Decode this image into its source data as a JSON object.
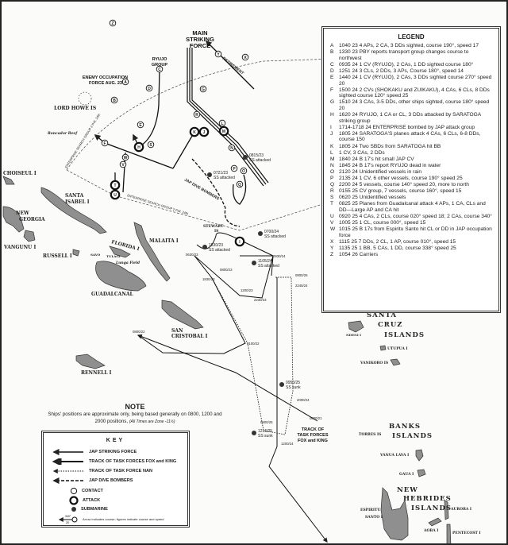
{
  "map": {
    "main_force": [
      "MAIN",
      "STRIKING",
      "FORCE"
    ],
    "ryujo_group": [
      "RYUJO",
      "GROUP"
    ],
    "occupation_force": [
      "ENEMY OCCUPATION",
      "FORCE AUG. 23"
    ],
    "retirement": "RETIREMENT",
    "dive_bombers": "JAP DIVE BOMBERS",
    "search_group_1": "ENTERPRISE SEARCH GROUP 2 P.M. 24th",
    "search_group_2": "ENTERPRISE SEARCH GROUP 2 P.M. 24th",
    "track_fox_king": [
      "TRACK OF",
      "TASK FORCES",
      "FOX and KING"
    ],
    "places": {
      "lord_howe": "LORD HOWE IS",
      "roncador": "Roncador Reef",
      "choiseul": "CHOISEUL I",
      "santa_isabel": [
        "SANTA",
        "ISABEL I"
      ],
      "new_georgia": [
        "NEW",
        "GEORGIA"
      ],
      "vangunu": "VANGUNU I",
      "russell": "RUSSELL I",
      "florida": "FLORIDA I",
      "savo": "SAVO",
      "tulagi": "TULAGI",
      "lunga": "Lunga Field",
      "guadalcanal": "GUADALCANAL",
      "malaita": "MALAITA I",
      "san_cristobal": [
        "SAN",
        "CRISTOBAL I"
      ],
      "rennell": "RENNELL I",
      "stewart": [
        "STEWART",
        "IS"
      ],
      "santa_cruz": [
        "SANTA",
        "CRUZ",
        "ISLANDS"
      ],
      "ndeni": "NDENI I",
      "utupua": "UTUPUA I",
      "vanikoro": "VANIKORO IS",
      "banks": [
        "BANKS",
        "ISLANDS"
      ],
      "torres": "TORRES IS",
      "vanua_lava": "VANUA LAVA I",
      "gaua": "GAUA I",
      "new_hebrides": [
        "NEW",
        "HEBRIDES",
        "ISLANDS"
      ],
      "espiritu_santo": [
        "ESPIRITU",
        "SANTO I"
      ],
      "aurora": "AURORA I",
      "aoba": "AOBA I",
      "pentecost": "PENTECOST I"
    },
    "submarines": [
      {
        "time": "0815/23",
        "status": "SS attacked"
      },
      {
        "time": "0721/23",
        "status": "SS attacked"
      },
      {
        "time": "0700/24",
        "status": "SS attacked"
      },
      {
        "time": "1530/23",
        "status": "SS attacked"
      },
      {
        "time": "1105/24",
        "status": "SS attacked"
      },
      {
        "time": "0950/25",
        "status": "SS sunk"
      },
      {
        "time": "1216/25",
        "status": "SS sunk"
      }
    ],
    "times": [
      "0630/23",
      "0800/23",
      "1830/23",
      "1200/23",
      "2230/23",
      "0930/24",
      "0800/25",
      "2245/24",
      "2100/22",
      "0800/22",
      "0800/21",
      "2000/24",
      "0800/25",
      "1200/24"
    ],
    "markers": [
      "A",
      "B",
      "C",
      "D",
      "E",
      "F",
      "G",
      "H",
      "I",
      "J",
      "K",
      "L",
      "M",
      "N",
      "O",
      "P",
      "Q",
      "R",
      "S",
      "T",
      "U",
      "V",
      "W",
      "X",
      "Y",
      "Z"
    ]
  },
  "legend": {
    "title": "LEGEND",
    "entries": [
      {
        "letter": "A",
        "text": "1040 23  4 APs, 2 CA, 3 DDs sighted, course 190°, speed 17"
      },
      {
        "letter": "B",
        "text": "1330 23  PBY reports transport group changes course to northwest"
      },
      {
        "letter": "C",
        "text": "0935 24  1 CV (RYUJO), 2 CAs, 1 DD sighted course 180°"
      },
      {
        "letter": "D",
        "text": "1251 24  3 CLs, 2 DDs, 3 APs, Course 180°, speed 14"
      },
      {
        "letter": "E",
        "text": "1440 24  1 CV (RYUJO), 2 CAs, 3 DDs sighted course 270° speed 20"
      },
      {
        "letter": "F",
        "text": "1500 24  2 CVs (SHOKAKU and ZUIKAKU), 4 CAs, 6 CLs, 8 DDs sighted course 120° speed 25"
      },
      {
        "letter": "G",
        "text": "1510 24  3 CAs, 3-5 DDs, other ships sighted, course 180° speed 20"
      },
      {
        "letter": "H",
        "text": "1620 24  RYUJO, 1 CA or CL, 3 DDs attacked by SARATOGA striking group"
      },
      {
        "letter": "I",
        "text": "1714-1718 24  ENTERPRISE bombed by JAP attack group"
      },
      {
        "letter": "J",
        "text": "1805 24  SARATOGA'S planes attack 4 CAs, 6 CLs, 6-8 DDs, course 150"
      },
      {
        "letter": "K",
        "text": "1805 24  Two SBDs from SARATOGA hit BB"
      },
      {
        "letter": "L",
        "text": "1 CV, 3 CAs, 2 DDs"
      },
      {
        "letter": "M",
        "text": "1840 24  B 17's hit small JAP CV"
      },
      {
        "letter": "N",
        "text": "1845 24  B 17's report RYUJO dead in water"
      },
      {
        "letter": "O",
        "text": "2120 24  Unidentified vessels in rain"
      },
      {
        "letter": "P",
        "text": "2135 24  1 CV, 6 other vessels, course 190° speed 25"
      },
      {
        "letter": "Q",
        "text": "2200 24  5 vessels, course 140° speed 20, more to north"
      },
      {
        "letter": "R",
        "text": "0155 25  CV group, 7 vessels, course 160°, speed 15"
      },
      {
        "letter": "S",
        "text": "0620 25  Unidentified vessels"
      },
      {
        "letter": "T",
        "text": "0825 25  Planes from Guadalcanal attack 4 APs, 1 CA, CLs and DD—Large AP and CA hit"
      },
      {
        "letter": "U",
        "text": "0920 25  4 CAs, 2 CLs, course 020° speed 18; 2 CAs, course 340°"
      },
      {
        "letter": "V",
        "text": "1005 25  1 CL, course 000°, speed 15"
      },
      {
        "letter": "W",
        "text": "1015 25  B 17s from Espiritu Santo hit CL or DD in JAP occupation force"
      },
      {
        "letter": "X",
        "text": "1115 25  7 DDs, 2 CL, 1 AP, course 010°, speed 15"
      },
      {
        "letter": "Y",
        "text": "1135 25  1 BB, 5 CAs, 1 DD, course 338° speed 25"
      },
      {
        "letter": "Z",
        "text": "1054 26  Carriers"
      }
    ]
  },
  "note": {
    "title": "NOTE",
    "text": "Ships' positions are approximate only, being based generally on 0800, 1200 and 2000 positions,",
    "times_note": "(All Times are Zone -11½)"
  },
  "key": {
    "title": "KEY",
    "jap_striking_force": "JAP STRIKING FORCE",
    "fox_king": "TRACK OF TASK FORCES FOX and KING",
    "nan": "TRACK OF TASK FORCE NAN",
    "dive_bombers": "JAP DIVE BOMBERS",
    "contact": "CONTACT",
    "attack": "ATTACK",
    "submarine": "SUBMARINE",
    "arrow_note": "Arrow indicates course; figures indicate course and speed",
    "sample_course": "340°",
    "sample_speed": "20"
  }
}
